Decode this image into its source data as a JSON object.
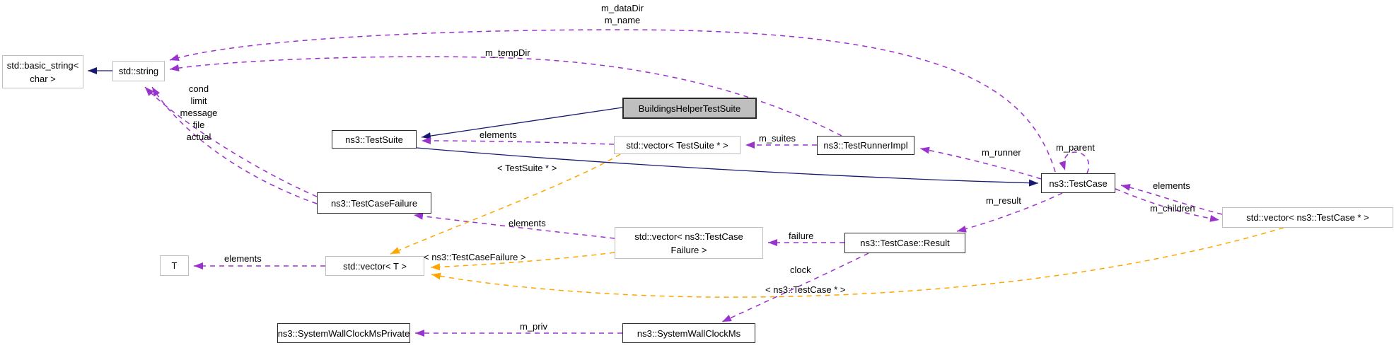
{
  "nodes": {
    "basic_string": "std::basic_string<\nchar >",
    "std_string": "std::string",
    "test_suite": "ns3::TestSuite",
    "buildings_helper_test_suite": "BuildingsHelperTestSuite",
    "vector_test_suite": "std::vector< TestSuite * >",
    "test_runner_impl": "ns3::TestRunnerImpl",
    "test_case": "ns3::TestCase",
    "vector_test_case": "std::vector< ns3::TestCase * >",
    "test_case_failure": "ns3::TestCaseFailure",
    "vector_test_case_failure": "std::vector< ns3::TestCase\nFailure >",
    "test_case_result": "ns3::TestCase::Result",
    "t": "T",
    "vector_t": "std::vector< T >",
    "system_wall_clock_ms_private": "ns3::SystemWallClockMsPrivate",
    "system_wall_clock_ms": "ns3::SystemWallClockMs"
  },
  "edge_labels": {
    "m_datadir_m_name": "m_dataDir\nm_name",
    "m_tempdir": "m_tempDir",
    "cond_stack": "cond\nlimit\nmessage\nfile\nactual",
    "elements_testsuite": "elements",
    "m_suites": "m_suites",
    "m_runner": "m_runner",
    "m_parent": "m_parent",
    "elements_testcase": "elements",
    "m_children": "m_children",
    "m_result": "m_result",
    "failure": "failure",
    "elements_failure": "elements",
    "elements_t": "elements",
    "tpl_testsuite": "< TestSuite * >",
    "tpl_testcasefailure": "< ns3::TestCaseFailure >",
    "tpl_testcase": "< ns3::TestCase * >",
    "m_priv": "m_priv",
    "clock": "clock"
  },
  "colors": {
    "background": "#ffffff",
    "inheritance": "#191970",
    "usage": "#9a32cd",
    "template": "#ffa500",
    "node_border_documented": "#2a2a2a",
    "node_border_undocumented": "#bfbfbf",
    "focal_fill": "#bfbfbf"
  }
}
